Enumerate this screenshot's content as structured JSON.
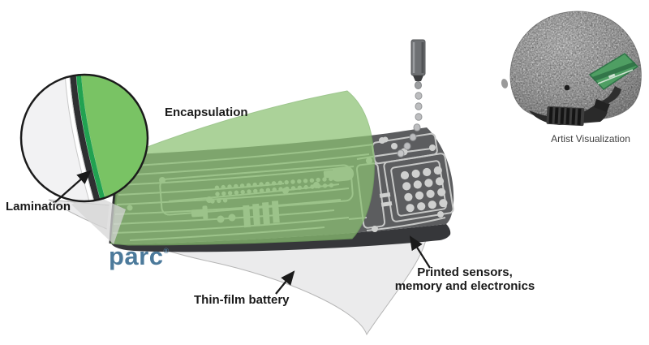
{
  "figure": {
    "labels": {
      "lamination": "Lamination",
      "encapsulation": "Encapsulation",
      "thin_film_battery": "Thin-film battery",
      "printed_sensors_line1": "Printed sensors,",
      "printed_sensors_line2": "memory and electronics",
      "artist_visualization": "Artist Visualization",
      "logo": "parc",
      "logo_mark": "®"
    },
    "colors": {
      "encapsulation_green": "#8cc273",
      "circle_light_green": "#79c364",
      "circle_dark_green": "#21a251",
      "board_gray": "#5c5d5f",
      "board_edge_dark": "#36373a",
      "trace_gray": "#c7c8c7",
      "battery_gray": "#ebebec",
      "logo_blue": "#4c7a9b",
      "helmet_patch_green": "#4f9e63",
      "label_black": "#1a1a1a"
    }
  }
}
